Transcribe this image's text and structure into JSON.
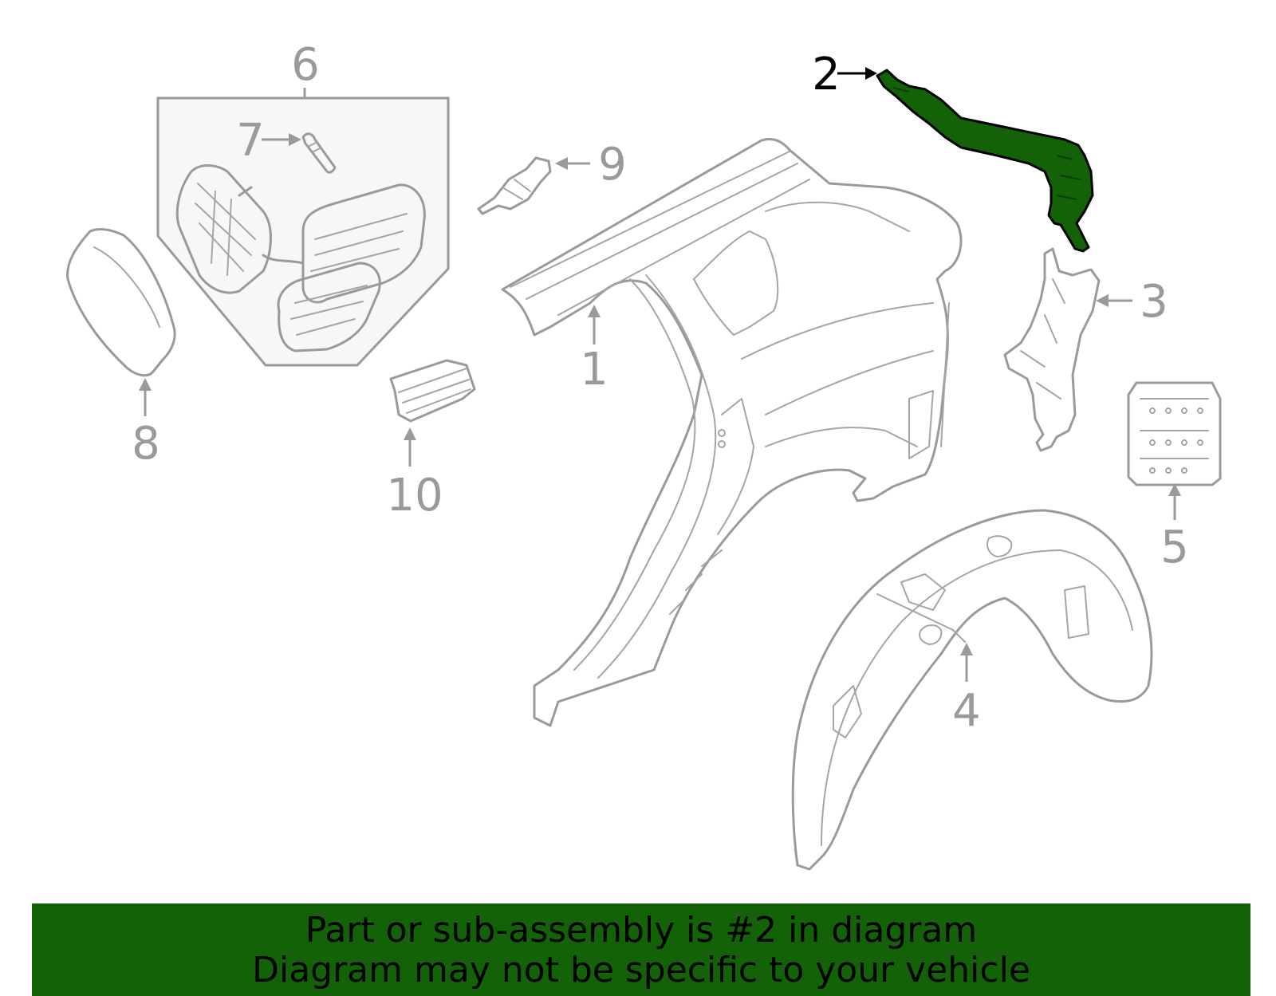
{
  "callouts": [
    {
      "number": "1",
      "highlighted": false
    },
    {
      "number": "2",
      "highlighted": true
    },
    {
      "number": "3",
      "highlighted": false
    },
    {
      "number": "4",
      "highlighted": false
    },
    {
      "number": "5",
      "highlighted": false
    },
    {
      "number": "6",
      "highlighted": false
    },
    {
      "number": "7",
      "highlighted": false
    },
    {
      "number": "8",
      "highlighted": false
    },
    {
      "number": "9",
      "highlighted": false
    },
    {
      "number": "10",
      "highlighted": false
    }
  ],
  "banner": {
    "line1": "Part or sub-assembly is #2 in diagram",
    "line2": "Diagram may not be specific to your vehicle"
  },
  "colors": {
    "highlight_part": "#136207",
    "banner_background": "#136207",
    "outline": "#9a9a9a"
  }
}
